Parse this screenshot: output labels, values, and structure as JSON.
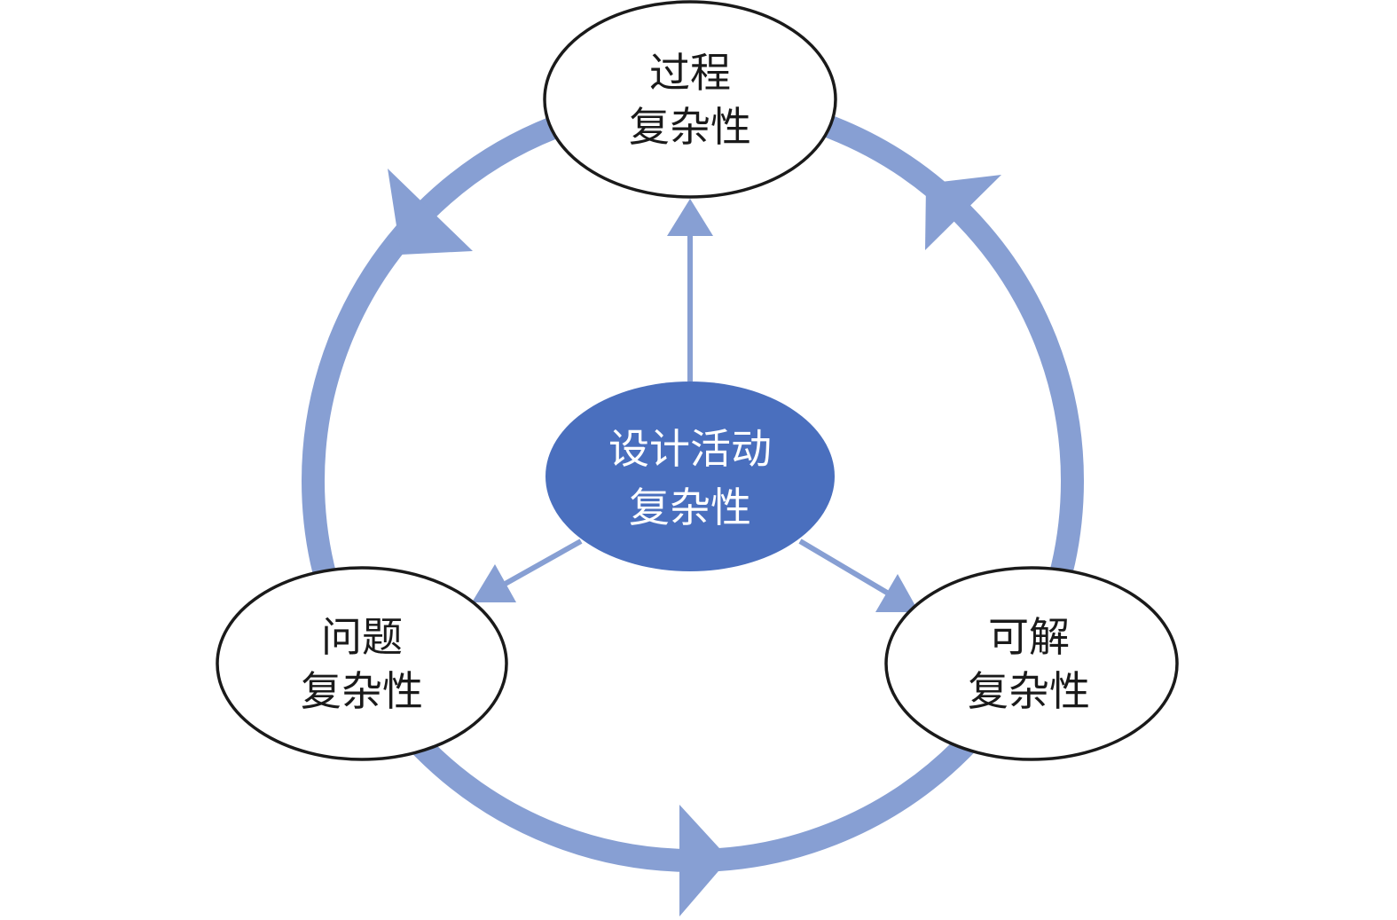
{
  "diagram": {
    "type": "cycle",
    "direction": "counter-clockwise",
    "center_node": {
      "id": "design-activity",
      "lines": [
        "设计活动",
        "复杂性"
      ]
    },
    "outer_nodes": [
      {
        "id": "process",
        "lines": [
          "过程",
          "复杂性"
        ]
      },
      {
        "id": "problem",
        "lines": [
          "问题",
          "复杂性"
        ]
      },
      {
        "id": "solution",
        "lines": [
          "可解",
          "复杂性"
        ]
      }
    ],
    "cycle_edges": [
      {
        "from": "process",
        "to": "problem"
      },
      {
        "from": "problem",
        "to": "solution"
      },
      {
        "from": "solution",
        "to": "process"
      }
    ],
    "radial_edges": [
      {
        "from": "design-activity",
        "to": "process"
      },
      {
        "from": "design-activity",
        "to": "problem"
      },
      {
        "from": "design-activity",
        "to": "solution"
      }
    ]
  },
  "colors": {
    "ring": "#879fd3",
    "center_fill": "#4a6fbe",
    "center_text": "#ffffff",
    "node_fill": "#ffffff",
    "node_stroke": "#1a1a1a",
    "node_text": "#1a1a1a"
  }
}
